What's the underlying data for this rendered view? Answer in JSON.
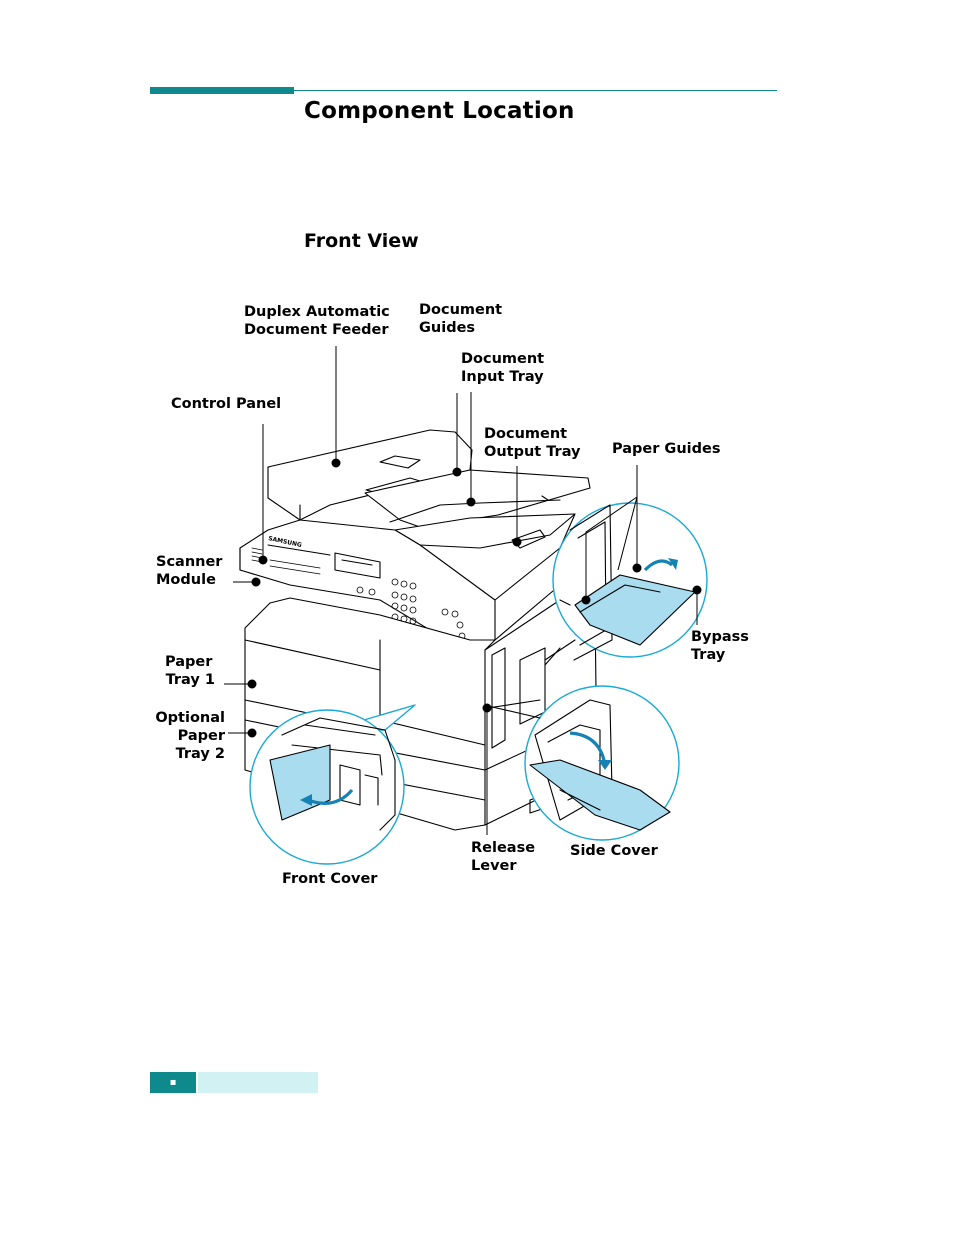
{
  "header": {
    "title": "Component Location",
    "subtitle": "Front View"
  },
  "labels": {
    "duplex_adf": [
      "Duplex Automatic",
      "Document Feeder"
    ],
    "doc_guides": [
      "Document",
      "Guides"
    ],
    "doc_input": [
      "Document",
      "Input Tray"
    ],
    "control_panel": "Control Panel",
    "doc_output": [
      "Document",
      "Output Tray"
    ],
    "paper_guides": "Paper Guides",
    "scanner": [
      "Scanner",
      "Module"
    ],
    "bypass": [
      "Bypass",
      "Tray"
    ],
    "tray1": [
      "Paper",
      "Tray 1"
    ],
    "tray2": [
      "Optional",
      "Paper",
      "Tray 2"
    ],
    "release": [
      "Release",
      "Lever"
    ],
    "side_cover": "Side Cover",
    "front_cover": "Front Cover",
    "brand": "SAMSUNG"
  },
  "footer": {
    "page_number": "▪"
  },
  "colors": {
    "accent": "#0f8a8c",
    "accent_light": "#d2f1f3",
    "highlight": "#a9dcef",
    "callout": "#19a9d8"
  }
}
